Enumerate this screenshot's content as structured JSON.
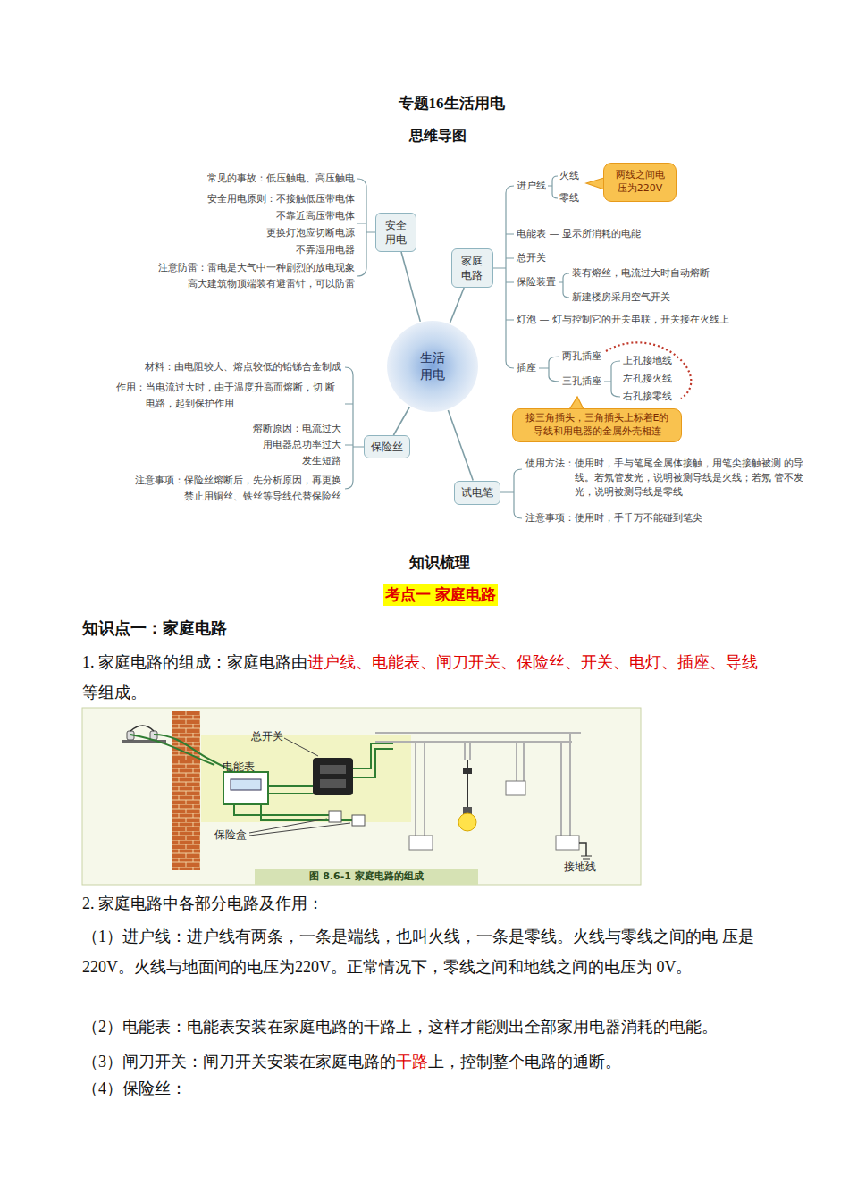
{
  "diagram": {
    "title": "专题16生活用电",
    "nodes": [
      {
        "text": [
          "生活 用电"
        ]
      },
      {
        "text": [
          "安全 用电"
        ]
      },
      {
        "text": [
          "家庭 电路"
        ]
      },
      {
        "text": [
          "保险丝"
        ]
      },
      {
        "text": [
          "试电笔"
        ]
      },
      {
        "text": [
          "两线之间电 压为220V"
        ]
      },
      {
        "text": [
          "接三角插头，三角插头上标着E的 导线和用电器的金属外壳相连"
        ]
      }
    ],
    "edges": [
      {
        "from": 0,
        "to": 1,
        "arrow": "none"
      },
      {
        "from": 0,
        "to": 2,
        "arrow": "none"
      },
      {
        "from": 0,
        "to": 3,
        "arrow": "none"
      },
      {
        "from": 0,
        "to": 4,
        "arrow": "none"
      }
    ],
    "labels": [
      "思维导图",
      "常见的事故：低压触电、高压触电",
      "安全用电原则：不接触低压带电体",
      "不靠近高压带电体",
      "更换灯泡应切断电源",
      "不弄湿用电器",
      "注意防雷：雷电是大气中一种剧烈的放电现象",
      "高大建筑物顶端装有避雷针，可以防雷",
      "材料：由电阻较大、熔点较低的铅锑合金制成",
      "作用：当电流过大时，由于温度升高而熔断，切 断电路，起到保护作用",
      "熔断原因：电流过大",
      "用电器总功率过大",
      "发生短路",
      "注意事项：保险丝熔断后，先分析原因，再更换",
      "禁止用铜丝、铁丝等导线代替保险丝",
      "进户线",
      "火线",
      "零线",
      "电能表 — 显示所消耗的电能",
      "总开关",
      "保险装置",
      "装有熔丝，电流过大时自动熔断",
      "新建楼房采用空气开关",
      "灯泡 — 灯与控制它的开关串联，开关接在火线上",
      "插座",
      "两孔插座",
      "三孔插座",
      "上孔接地线",
      "左孔接火线",
      "右孔接零线",
      "使用方法：使用时，手与笔尾金属体接触，用笔尖接触被测 的导线。若氖管发光，说明被测导线是火线；若氖 管不发光，说明被测导线是零线",
      "注意事项：使用时，手千万不能碰到笔尖",
      "知识梳理",
      "考点一 家庭电路",
      "知识点一：家庭电路",
      "1. 家庭电路的组成：家庭电路由",
      "进户线、电能表、闸刀开关、保险丝、开关、电灯、插座、导线",
      "等组成。",
      "总开关",
      "电能表",
      "保险盒",
      "接地线",
      "图 8.6-1 家庭电路的组成",
      "2. 家庭电路中各部分电路及作用：",
      "（1）进户线：进户线有两条，一条是端线，也叫火线，一条是零线。火线与零线之间的电 压是220V。火线与地面间的电压为220V。正常情况下，零线之间和地线之间的电压为 0V。",
      "（2）电能表：电能表安装在家庭电路的干路上，这样才能测出全部家用电器消耗的电能。",
      "（3）闸刀开关：闸刀开关安装在家庭电路的",
      "干路",
      "上，控制整个电路的通断。",
      "（4）保险丝："
    ]
  }
}
